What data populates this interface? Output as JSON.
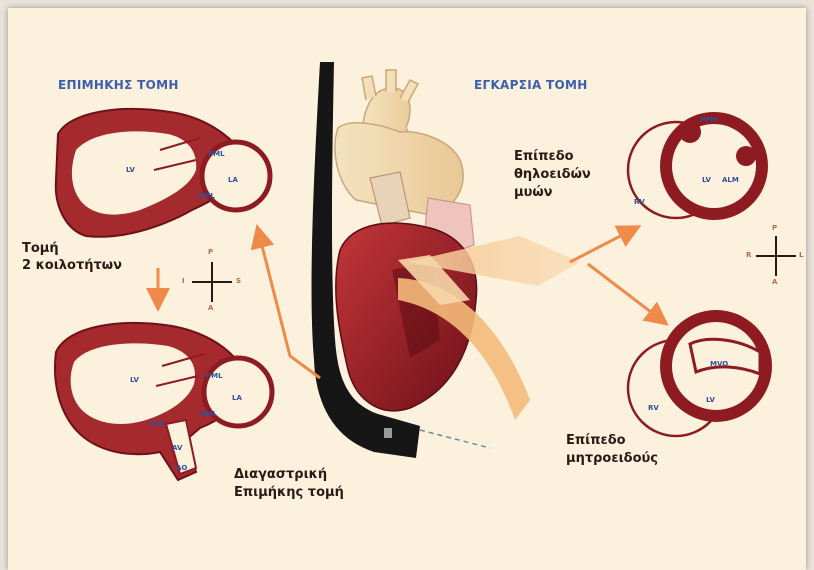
{
  "titles": {
    "long_axis": "ΕΠΙΜΗΚΗΣ ΤΟΜΗ",
    "short_axis": "ΕΓΚΑΡΣΙΑ ΤΟΜΗ"
  },
  "captions": {
    "two_chamber_line1": "Τομή",
    "two_chamber_line2": "2 κοιλοτήτων",
    "transgastric_line1": "Διαγαστρική",
    "transgastric_line2": "Επιμήκης τομή",
    "papillary_line1": "Επίπεδο",
    "papillary_line2": "θηλοειδών",
    "papillary_line3": "μυών",
    "mitral_line1": "Επίπεδο",
    "mitral_line2": "μητροειδούς"
  },
  "structure_labels": {
    "lv": "LV",
    "la": "LA",
    "pml": "PML",
    "aml": "AML",
    "lvo": "LVO",
    "av": "AV",
    "ao": "AO",
    "rv": "RV",
    "ppm": "PPM",
    "alm": "ALM",
    "mvo": "MVO"
  },
  "orientation": {
    "p": "P",
    "a": "A",
    "i": "I",
    "s": "S",
    "r": "R",
    "l": "L"
  },
  "colors": {
    "background": "#fbf1dd",
    "muscle_dark": "#8e1b22",
    "muscle_red": "#a52a2e",
    "arrow_orange": "#ef8a4a",
    "title_blue": "#3a5fae",
    "probe_black": "#161616"
  }
}
